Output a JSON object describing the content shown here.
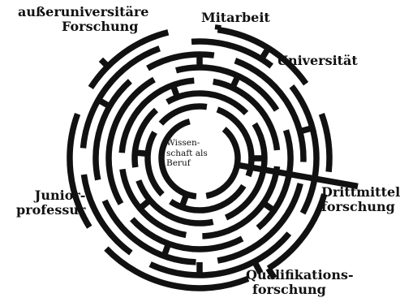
{
  "center": {
    "lines": [
      "Wissen-",
      "schaft als",
      "Beruf"
    ]
  },
  "labels": {
    "ausseruni": [
      "außeruniversitäre",
      "Forschung"
    ],
    "mitarbeit": [
      "Mitarbeit"
    ],
    "universitaet": [
      "Universität"
    ],
    "drittmittel": [
      "Drittmittel-",
      "forschung"
    ],
    "qualifikation": [
      "Qualifikations-",
      "forschung"
    ],
    "junior": [
      "Junior-",
      "professur"
    ]
  }
}
